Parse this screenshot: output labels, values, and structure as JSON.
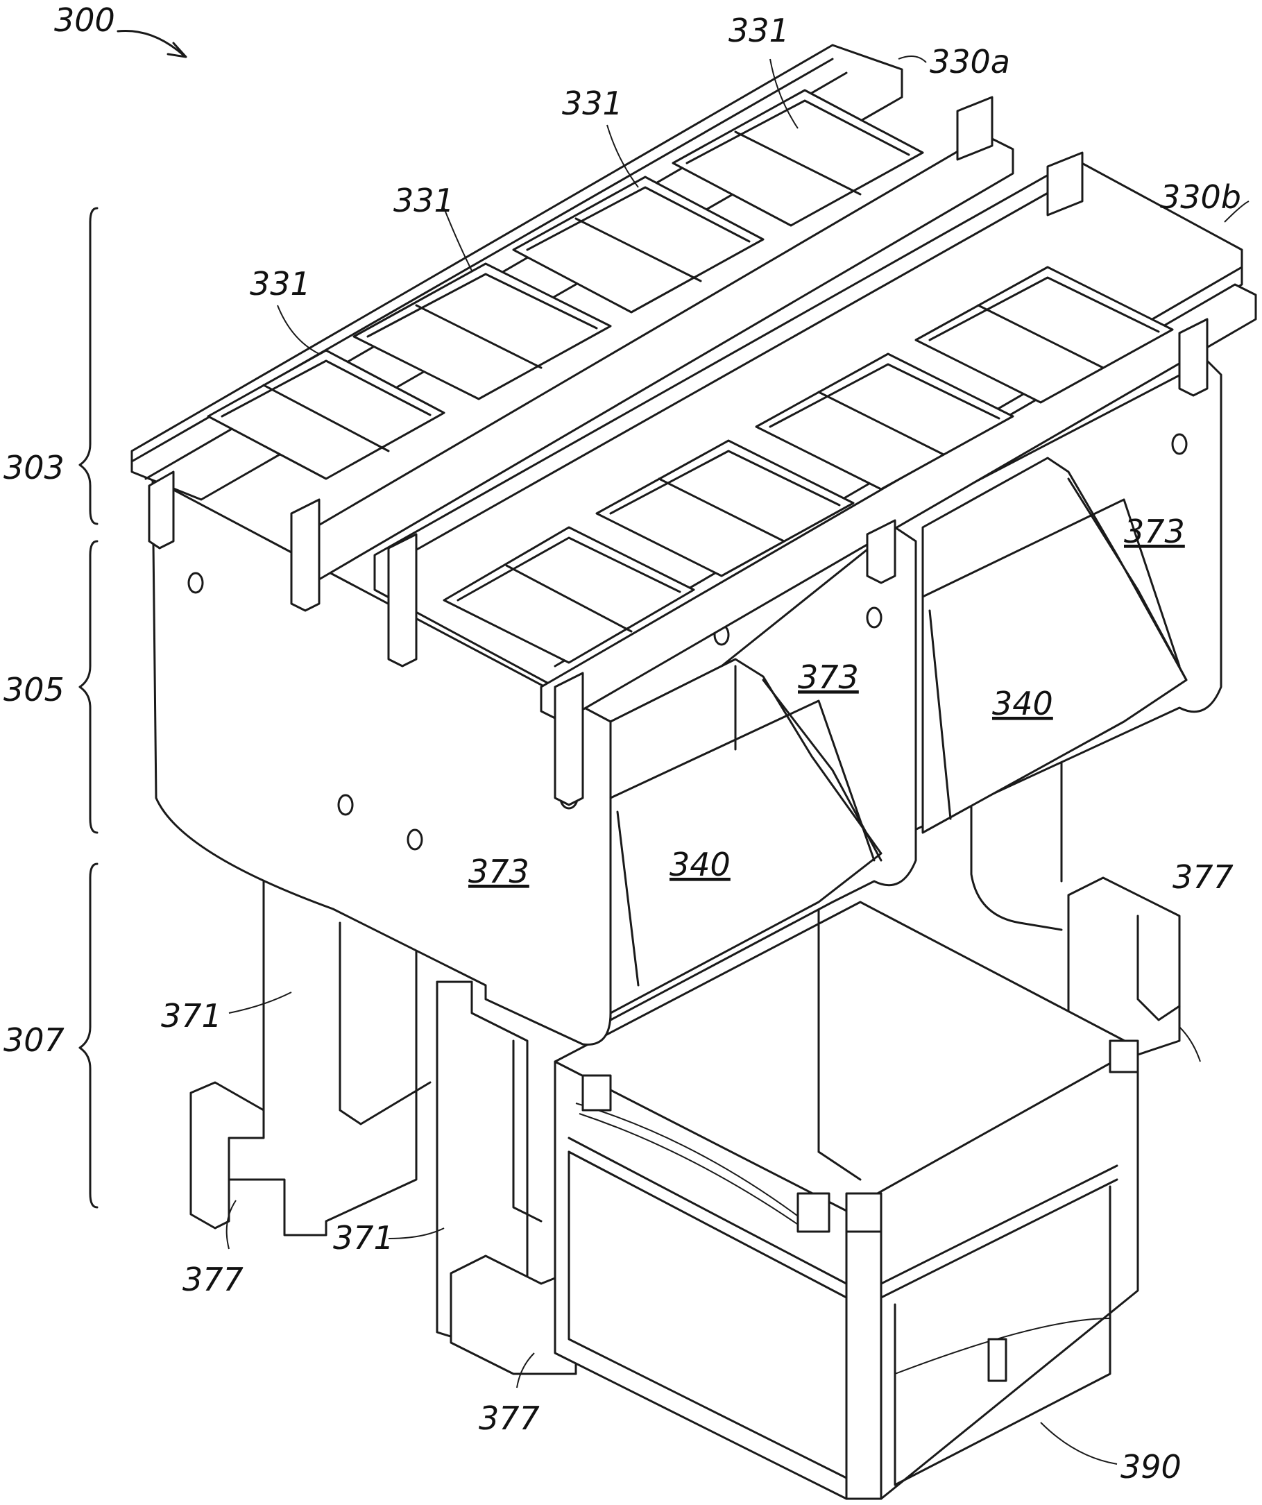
{
  "figure": {
    "ref_main": "300",
    "ref_rail_a": "330a",
    "ref_rail_b": "330b",
    "ref_tray": "331",
    "ref_upper": "303",
    "ref_middle": "305",
    "ref_lower": "307",
    "ref_panel": "373",
    "ref_chute": "340",
    "ref_leg": "371",
    "ref_foot": "377",
    "ref_bin": "390"
  }
}
